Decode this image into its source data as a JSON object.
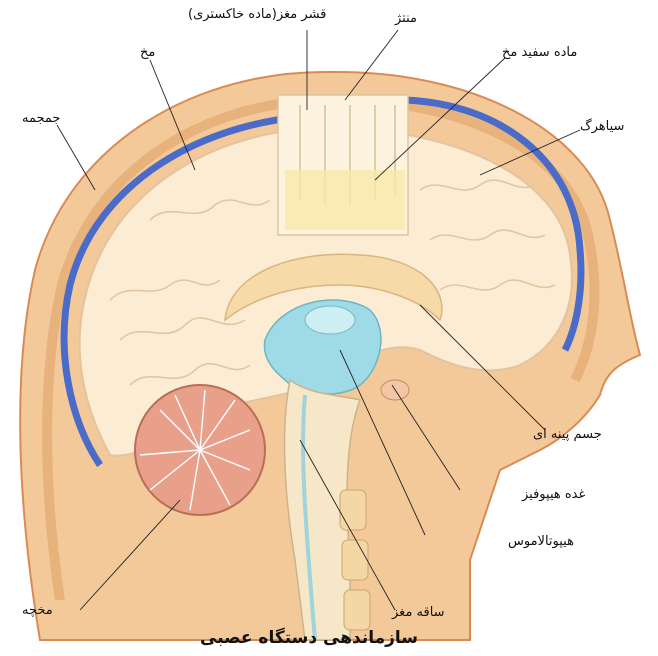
{
  "caption": "سازماندهی دستگاه عصبی",
  "labels": {
    "cortex": "قشر مغز(ماده خاکستری)",
    "meninges": "منتژ",
    "white_matter": "ماده سفید مخ",
    "cerebrum": "مخ",
    "skull": "جمجمه",
    "vein": "سیاهرگ",
    "corpus_callosum": "جسم پینه ای",
    "pituitary": "غده هیپوفیز",
    "hypothalamus": "هیپوتالاموس",
    "brainstem": "ساقه مغز",
    "cerebellum": "مخچه"
  },
  "colors": {
    "skull": "#f3c99a",
    "skull_edge": "#d98b55",
    "brain": "#fbecd3",
    "vessel": "#4a6cc8",
    "ventricle": "#9fdbe6",
    "cerebellum": "#e8a08a"
  }
}
